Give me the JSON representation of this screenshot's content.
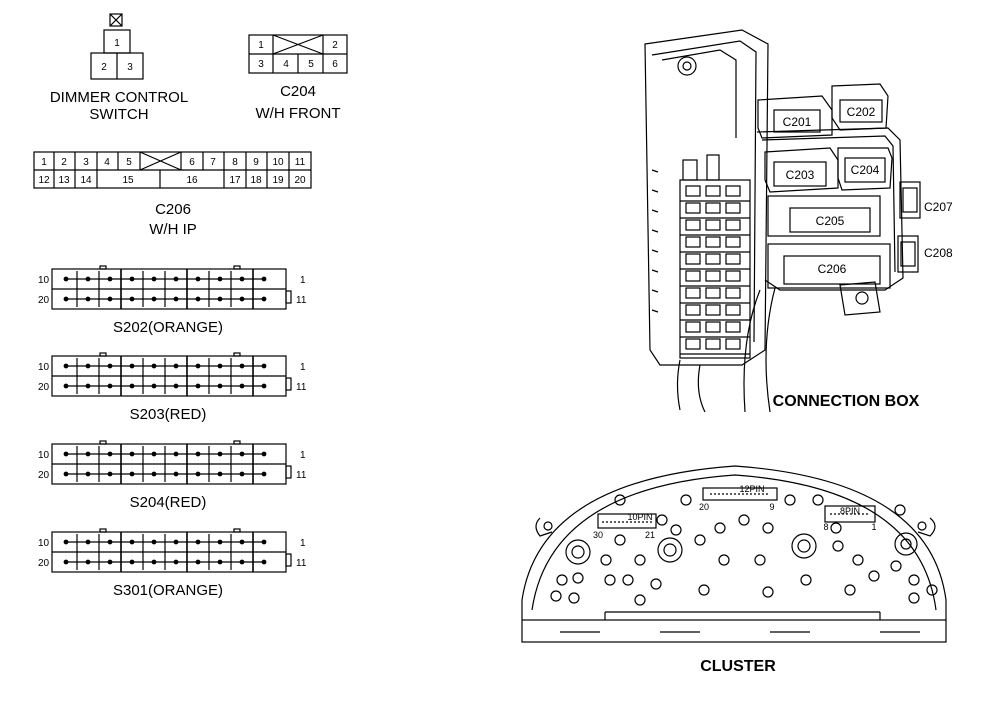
{
  "dimmer": {
    "pins_top": [
      "1"
    ],
    "pins_bottom": [
      "2",
      "3"
    ],
    "caption_line1": "DIMMER CONTROL",
    "caption_line2": "SWITCH"
  },
  "c204": {
    "top": [
      "1",
      "2"
    ],
    "bottom": [
      "3",
      "4",
      "5",
      "6"
    ],
    "caption_line1": "C204",
    "caption_line2": "W/H FRONT"
  },
  "c206": {
    "top_left": [
      "1",
      "2",
      "3",
      "4",
      "5"
    ],
    "top_right": [
      "6",
      "7",
      "8",
      "9",
      "10",
      "11"
    ],
    "bottom": [
      "12",
      "13",
      "14",
      "15",
      "16",
      "17",
      "18",
      "19",
      "20"
    ],
    "caption_line1": "C206",
    "caption_line2": "W/H IP"
  },
  "splices": [
    {
      "caption": "S202(ORANGE)",
      "left_top": "10",
      "left_bottom": "20",
      "right_top": "1",
      "right_bottom": "11"
    },
    {
      "caption": "S203(RED)",
      "left_top": "10",
      "left_bottom": "20",
      "right_top": "1",
      "right_bottom": "11"
    },
    {
      "caption": "S204(RED)",
      "left_top": "10",
      "left_bottom": "20",
      "right_top": "1",
      "right_bottom": "11"
    },
    {
      "caption": "S301(ORANGE)",
      "left_top": "10",
      "left_bottom": "20",
      "right_top": "1",
      "right_bottom": "11"
    }
  ],
  "connection_box": {
    "caption": "CONNECTION BOX",
    "labels": [
      "C201",
      "C202",
      "C203",
      "C204",
      "C205",
      "C206",
      "C207",
      "C208"
    ]
  },
  "cluster": {
    "caption": "CLUSTER",
    "conn_12pin": "12PIN",
    "conn_12pin_left": "20",
    "conn_12pin_right": "9",
    "conn_10pin": "10PIN",
    "conn_10pin_left": "30",
    "conn_10pin_right": "21",
    "conn_8pin": "8PIN",
    "conn_8pin_left": "8",
    "conn_8pin_right": "1"
  }
}
